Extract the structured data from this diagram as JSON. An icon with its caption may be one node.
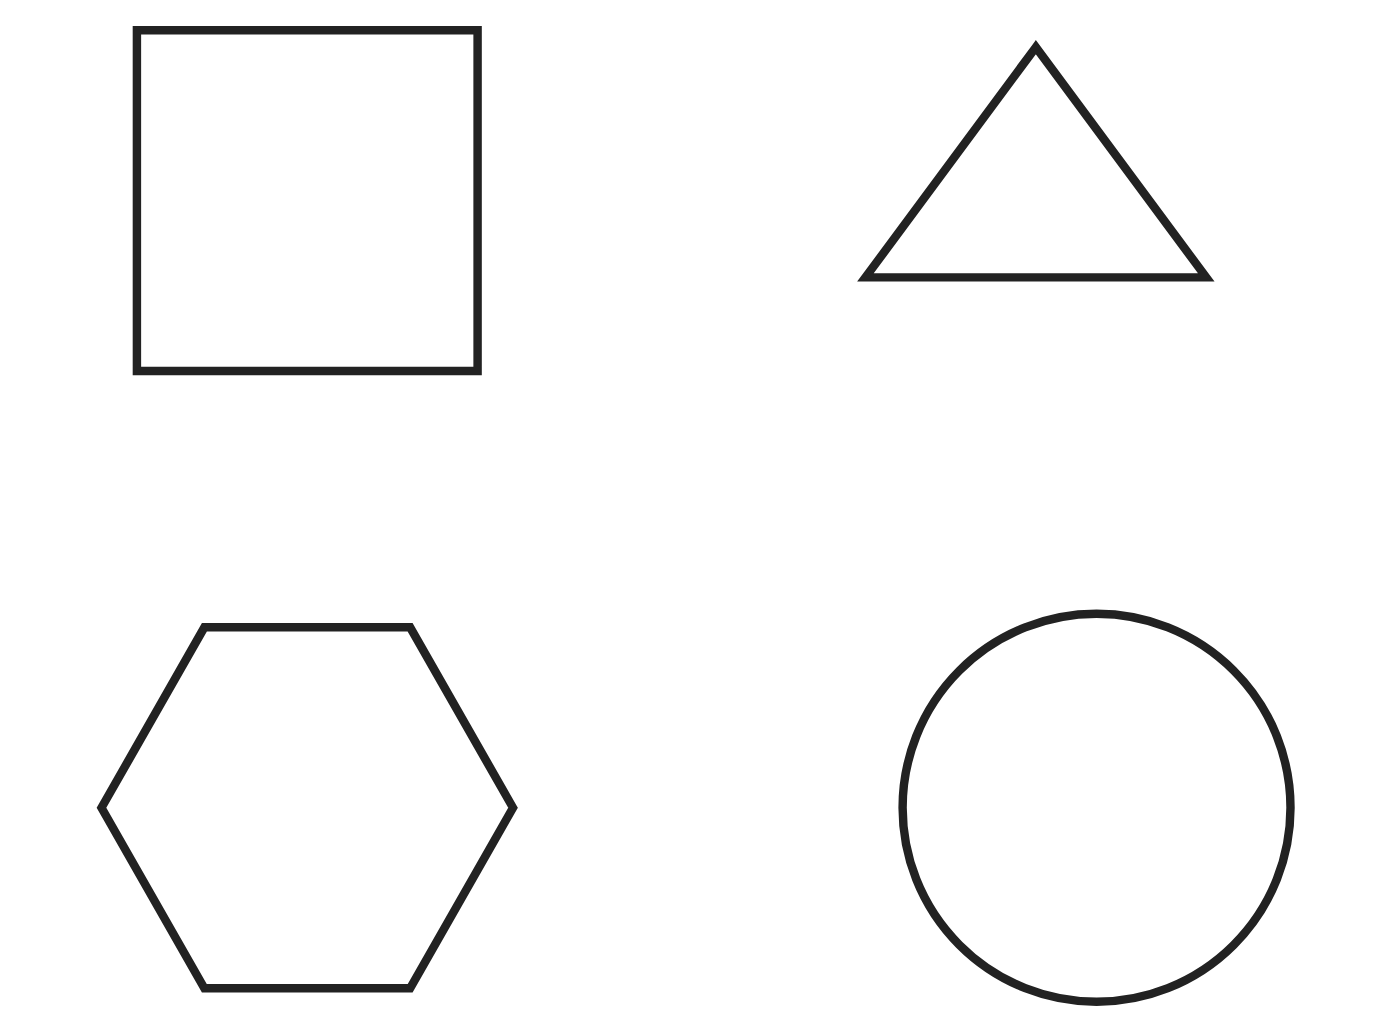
{
  "diagram": {
    "nodes": [
      {
        "text": [],
        "shape": "box"
      },
      {
        "text": [],
        "shape": "triangle"
      },
      {
        "text": [],
        "shape": "hexagon"
      },
      {
        "text": [],
        "shape": "circle"
      }
    ]
  }
}
